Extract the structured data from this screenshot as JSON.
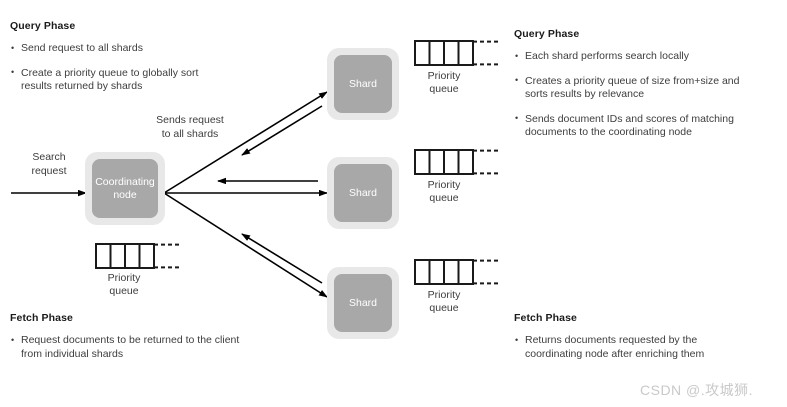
{
  "diagram": {
    "title_left_top": "Query Phase",
    "title_left_bottom": "Fetch Phase",
    "title_right_top": "Query Phase",
    "title_right_bottom": "Fetch Phase",
    "left_query_bullets": [
      "Send request to all shards",
      "Create a priority queue to globally sort results returned by shards"
    ],
    "left_fetch_bullets": [
      "Request documents to be returned to the client from individual shards"
    ],
    "right_query_bullets": [
      "Each shard performs search locally",
      "Creates a priority queue of size from+size and sorts results by relevance",
      "Sends document IDs and scores of matching documents to the coordinating node"
    ],
    "right_fetch_bullets": [
      "Returns documents requested by the coordinating node after enriching them"
    ],
    "coordinating_node_label": "Coordinating\nnode",
    "search_request_label": "Search\nrequest",
    "sends_request_label": "Sends request\nto all shards",
    "shards": [
      {
        "label": "Shard",
        "queue_label": "Priority\nqueue"
      },
      {
        "label": "Shard",
        "queue_label": "Priority\nqueue"
      },
      {
        "label": "Shard",
        "queue_label": "Priority\nqueue"
      }
    ],
    "coordinator_queue_label": "Priority\nqueue",
    "queue_cells": 4,
    "colors": {
      "node_fill": "#a8a8a8",
      "node_frame": "#e8e8e8",
      "node_text": "#ffffff",
      "arrow": "#000000",
      "body_text": "#3d3d3d",
      "heading_text": "#1a1a1a",
      "background": "#ffffff",
      "watermark": "#c9c9c9"
    }
  },
  "watermark": {
    "text": "CSDN @.攻城狮."
  }
}
